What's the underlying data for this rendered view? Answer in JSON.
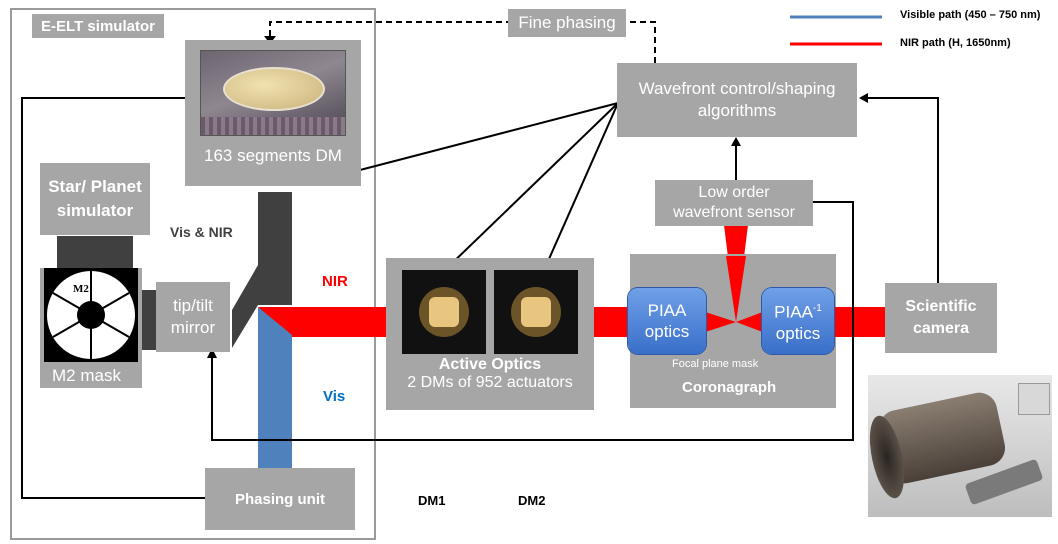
{
  "frame_title": "E-ELT simulator",
  "legend": {
    "visible": "Visible path (450 – 750 nm)",
    "nir": "NIR path (H, 1650nm)",
    "visible_color": "#4f81bd",
    "nir_color": "#ff0000"
  },
  "fine_phasing": "Fine phasing",
  "wavefront_control_line1": "Wavefront control/shaping",
  "wavefront_control_line2": "algorithms",
  "segments_dm": "163 segments DM",
  "star_planet_line1": "Star/ Planet",
  "star_planet_line2": "simulator",
  "vis_nir": "Vis & NIR",
  "m2_label": "M2",
  "m2_mask": "M2 mask",
  "tiptilt_line1": "tip/tilt",
  "tiptilt_line2": "mirror",
  "nir_label": "NIR",
  "vis_label": "Vis",
  "active_optics_title": "Active Optics",
  "active_optics_sub": "2 DMs of 952 actuators",
  "low_order_line1": "Low order",
  "low_order_line2": "wavefront sensor",
  "piaa1_line1": "PIAA",
  "piaa1_line2": "optics",
  "piaa2_line1_base": "PIAA",
  "piaa2_line1_sup": "-1",
  "piaa2_line2": "optics",
  "focal_plane_mask": "Focal plane mask",
  "coronagraph": "Coronagraph",
  "scientific_line1": "Scientific",
  "scientific_line2": "camera",
  "phasing_unit": "Phasing unit",
  "dm1": "DM1",
  "dm2": "DM2"
}
